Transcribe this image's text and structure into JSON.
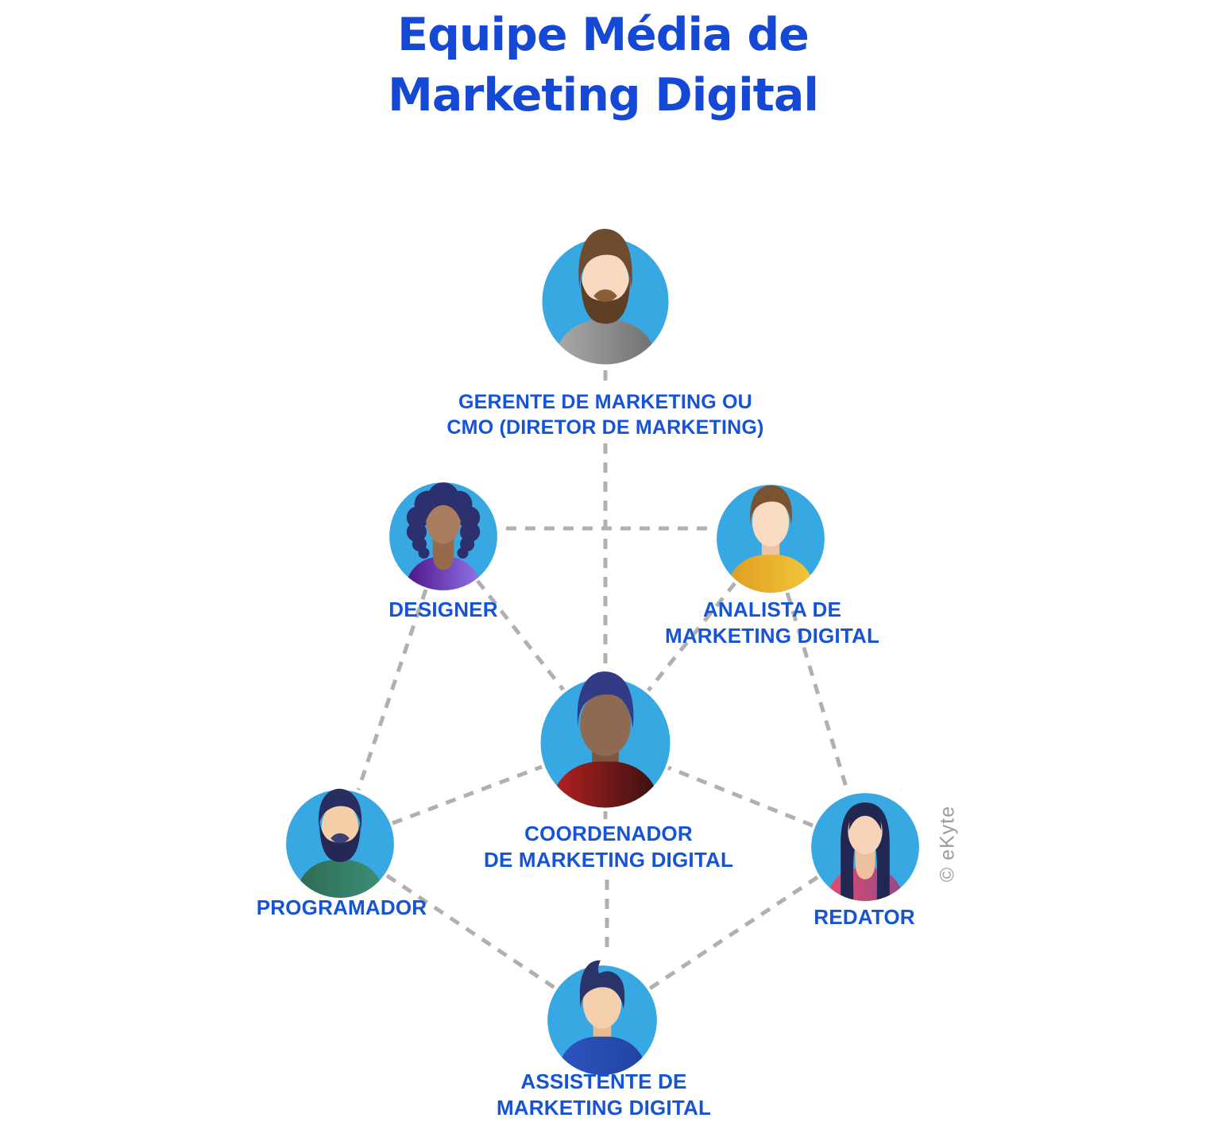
{
  "title": {
    "line1": "Equipe Média de",
    "line2": "Marketing Digital"
  },
  "watermark": "© eKyte",
  "theme": {
    "bg": "#ffffff",
    "title_color": "#1648d6",
    "label_color": "#1553d8",
    "line_color": "#b0b0b0",
    "watermark_color": "#9c9c9c",
    "circle_blue": "#38a8e3"
  },
  "people": [
    {
      "id": "gerente",
      "role_lines": [
        "GERENTE DE MARKETING OU",
        "CMO (DIRETOR DE MARKETING)"
      ],
      "colors": {
        "skin": "#f8dac3",
        "skin_shadow": "#eac2a3",
        "hair": "#6f4c2d",
        "beard": "#5d3f24",
        "mustache": "#8a5f35",
        "shirt_left": "#acacac",
        "shirt_right": "#6e6e6e"
      }
    },
    {
      "id": "designer",
      "role_lines": [
        "DESIGNER"
      ],
      "colors": {
        "skin": "#a97d5e",
        "skin_shadow": "#976a4c",
        "hair": "#2c306f",
        "shirt_left": "#4c1184",
        "shirt_right": "#9278ec"
      }
    },
    {
      "id": "analista",
      "role_lines": [
        "ANALISTA DE",
        "MARKETING DIGITAL"
      ],
      "colors": {
        "skin": "#f9dcc2",
        "skin_shadow": "#edc5a4",
        "hair": "#7b5331",
        "shirt_left": "#de9c1e",
        "shirt_right": "#f3c83d"
      }
    },
    {
      "id": "coordenador",
      "role_lines": [
        "COORDENADOR",
        "DE MARKETING DIGITAL"
      ],
      "colors": {
        "skin": "#8f6951",
        "skin_shadow": "#7c5840",
        "hair": "#333b86",
        "shirt_left": "#b92220",
        "shirt_right": "#331010"
      }
    },
    {
      "id": "programador",
      "role_lines": [
        "PROGRAMADOR"
      ],
      "colors": {
        "skin": "#f4cfa8",
        "skin_shadow": "#e7ba92",
        "hair": "#292e62",
        "beard": "#232857",
        "mustache": "#3a4076",
        "shirt_left": "#2e6a53",
        "shirt_right": "#3d9078"
      }
    },
    {
      "id": "redator",
      "role_lines": [
        "REDATOR"
      ],
      "colors": {
        "skin": "#f7d4b8",
        "skin_shadow": "#eec09e",
        "hair": "#212750",
        "shirt_left": "#e84a6e",
        "shirt_right": "#8f4a88"
      }
    },
    {
      "id": "assistente",
      "role_lines": [
        "ASSISTENTE DE",
        "MARKETING DIGITAL"
      ],
      "colors": {
        "skin": "#f5d0ac",
        "skin_shadow": "#e9bb93",
        "hair": "#2b3468",
        "shirt_left": "#2d56c1",
        "shirt_right": "#21429f"
      }
    }
  ]
}
